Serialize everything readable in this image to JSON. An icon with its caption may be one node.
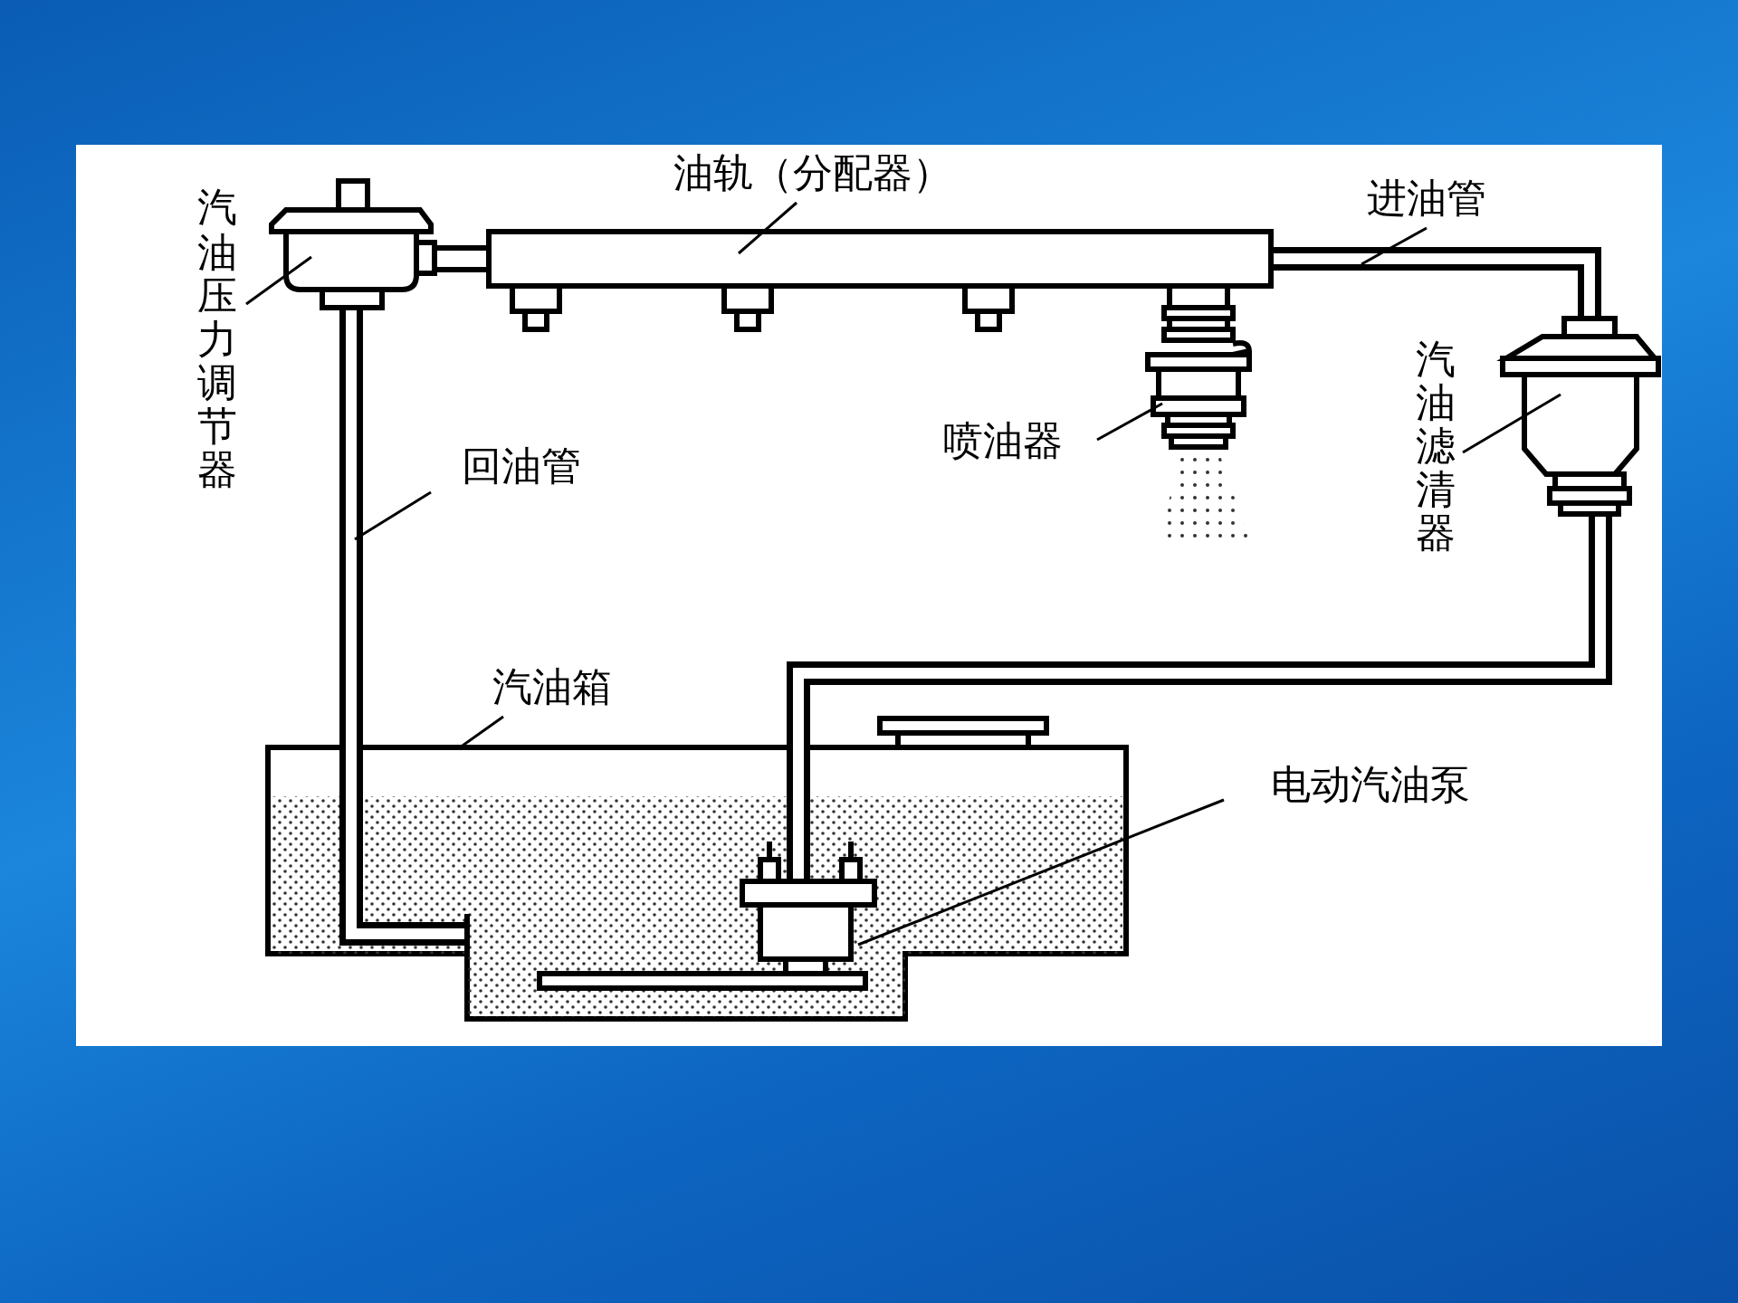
{
  "diagram": {
    "nodes": [
      {
        "text": [
          "汽油压力调节器"
        ]
      },
      {
        "text": [
          "油轨（分配器）"
        ]
      },
      {
        "text": [
          "进油管"
        ]
      },
      {
        "text": [
          "汽油滤清器"
        ]
      },
      {
        "text": [
          "喷油器"
        ]
      },
      {
        "text": [
          "回油管"
        ]
      },
      {
        "text": [
          "汽油箱"
        ]
      },
      {
        "text": [
          "电动汽油泵"
        ]
      }
    ],
    "edges": [
      {
        "from": 0,
        "to": null,
        "arrow": "none"
      },
      {
        "from": 1,
        "to": null,
        "arrow": "none"
      },
      {
        "from": 2,
        "to": null,
        "arrow": "none"
      },
      {
        "from": 3,
        "to": null,
        "arrow": "none"
      },
      {
        "from": 4,
        "to": null,
        "arrow": "none"
      },
      {
        "from": 5,
        "to": null,
        "arrow": "none"
      },
      {
        "from": 6,
        "to": null,
        "arrow": "none"
      },
      {
        "from": 7,
        "to": null,
        "arrow": "none"
      }
    ]
  }
}
